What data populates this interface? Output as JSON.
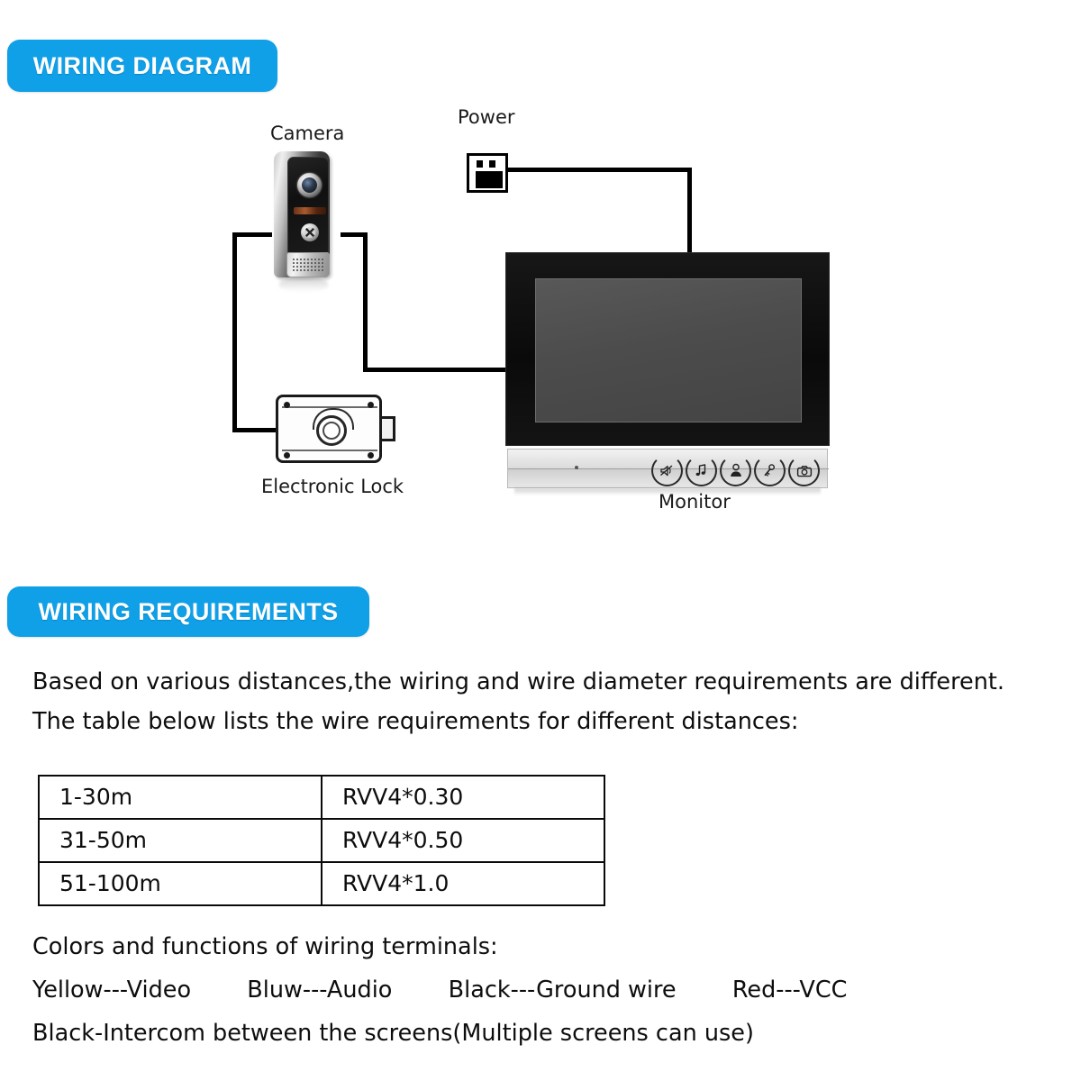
{
  "sections": {
    "diagram_badge": "WIRING DIAGRAM",
    "requirements_badge": "WIRING REQUIREMENTS"
  },
  "colors": {
    "badge_blue": "#0fa0e8",
    "badge_text": "#ffffff",
    "wire_black": "#000000",
    "text": "#0d0d0d"
  },
  "diagram": {
    "labels": {
      "camera": "Camera",
      "power": "Power",
      "lock": "Electronic Lock",
      "monitor": "Monitor"
    },
    "monitor_buttons": [
      {
        "icon": "mute-icon",
        "name": "mute"
      },
      {
        "icon": "music-note-icon",
        "name": "ringtone"
      },
      {
        "icon": "person-icon",
        "name": "intercom"
      },
      {
        "icon": "unlock-key-icon",
        "name": "unlock"
      },
      {
        "icon": "camera-snapshot-icon",
        "name": "snapshot"
      }
    ],
    "wires": [
      {
        "name": "power-to-monitor",
        "from": "power",
        "to": "monitor"
      },
      {
        "name": "camera-to-monitor",
        "from": "camera",
        "to": "monitor"
      },
      {
        "name": "camera-to-lock",
        "from": "camera",
        "to": "lock"
      }
    ]
  },
  "requirements": {
    "intro_line_1": "Based on various distances,the wiring and wire diameter requirements are different.",
    "intro_line_2": "The table below lists the wire requirements for different distances:",
    "table": {
      "rows": [
        {
          "distance": "1-30m",
          "wire": "RVV4*0.30"
        },
        {
          "distance": "31-50m",
          "wire": "RVV4*0.50"
        },
        {
          "distance": "51-100m",
          "wire": "RVV4*1.0"
        }
      ]
    },
    "terminals_title": "Colors and functions of wiring terminals:",
    "terminals": [
      "Yellow---Video",
      "Bluw---Audio",
      "Black---Ground wire",
      "Red---VCC"
    ],
    "intercom_note": "Black-Intercom between the screens(Multiple screens can use)"
  }
}
